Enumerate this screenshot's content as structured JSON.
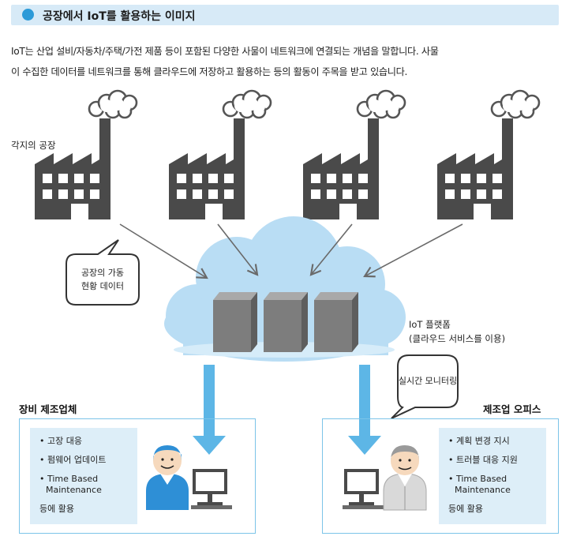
{
  "title": "공장에서 IoT를 활용하는 이미지",
  "intro": {
    "line1": "IoT는 산업 설비/자동차/주택/가전 제품 등이 포함된 다양한 사물이 네트워크에 연결되는 개념을 말합니다. 사물",
    "line2": "이 수집한 데이터를 네트워크를 통해 클라우드에 저장하고 활용하는 등의 활동이 주목을 받고 있습니다."
  },
  "factories_label": "각지의 공장",
  "bubble_factory": {
    "line1": "공장의 가동",
    "line2": "현황 데이터"
  },
  "platform_label": {
    "line1": "IoT 플랫폼",
    "line2": "(클라우드 서비스를 이용)"
  },
  "bubble_monitor": "실시간 모니터링",
  "left_panel": {
    "title": "장비 제조업체",
    "items": [
      "• 고장 대응",
      "• 펌웨어 업데이트",
      "• Time Based",
      "Maintenance"
    ],
    "footer": "등에 활용"
  },
  "right_panel": {
    "title": "제조업 오피스",
    "items": [
      "• 계획 변경 지시",
      "• 트러블 대응 지원",
      "• Time Based",
      "Maintenance"
    ],
    "footer": "등에 활용"
  },
  "colors": {
    "accent": "#2c9ad8",
    "title_bg": "#d7eaf7",
    "factory": "#4a4a4a",
    "cloud": "#b9ddf4",
    "server": "#7d7d7d",
    "arrow_down": "#5db6e6",
    "panel_border": "#7cc4e8",
    "panel_fill": "#ddeef8"
  }
}
